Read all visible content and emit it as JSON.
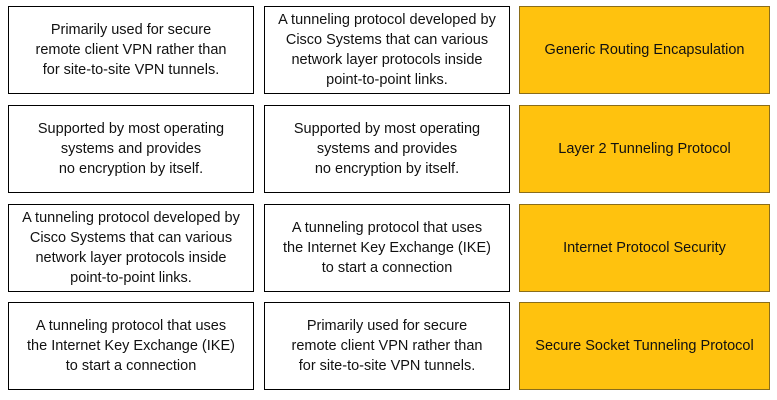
{
  "rows": [
    {
      "col1": "Primarily used for secure\nremote client VPN rather than\nfor site-to-site VPN tunnels.",
      "col2": "A tunneling protocol developed by\nCisco Systems that can various\nnetwork layer protocols inside\npoint-to-point links.",
      "answer": "Generic Routing Encapsulation"
    },
    {
      "col1": "Supported by most operating\nsystems and provides\nno encryption by itself.",
      "col2": "Supported by most operating\nsystems and provides\nno encryption by itself.",
      "answer": "Layer 2 Tunneling Protocol"
    },
    {
      "col1": "A tunneling protocol developed by\nCisco Systems that can various\nnetwork layer protocols inside\npoint-to-point links.",
      "col2": "A tunneling protocol that uses\nthe Internet Key Exchange (IKE)\nto start a connection",
      "answer": "Internet Protocol Security"
    },
    {
      "col1": "A tunneling protocol that uses\nthe Internet Key Exchange (IKE)\nto start a connection",
      "col2": "Primarily used for secure\nremote client VPN rather than\nfor site-to-site VPN tunnels.",
      "answer": "Secure Socket Tunneling Protocol"
    }
  ],
  "colors": {
    "answer_fill": "#FFC20E",
    "border": "#000000",
    "background": "#FFFFFF"
  }
}
